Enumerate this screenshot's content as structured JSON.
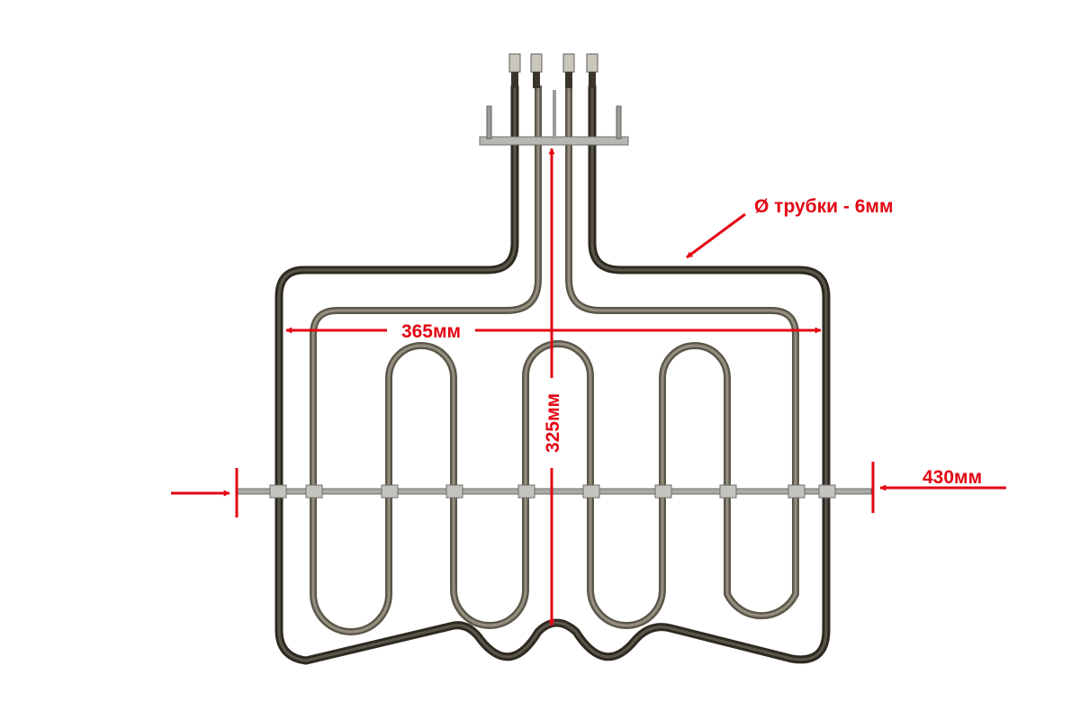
{
  "annotations": {
    "tube_diameter": "Ø трубки - 6мм",
    "width_inner": "365мм",
    "height": "325мм",
    "width_outer": "430мм"
  },
  "colors": {
    "dimension": "#e30613",
    "tube_dark": "#2e2a22",
    "tube_light": "#8a8474",
    "metal": "#a9aaa6",
    "background": "#ffffff"
  },
  "components": {
    "outer_element": "outer-heating-tube",
    "inner_element": "inner-serpentine-tube",
    "mounting": "terminal-bracket"
  }
}
